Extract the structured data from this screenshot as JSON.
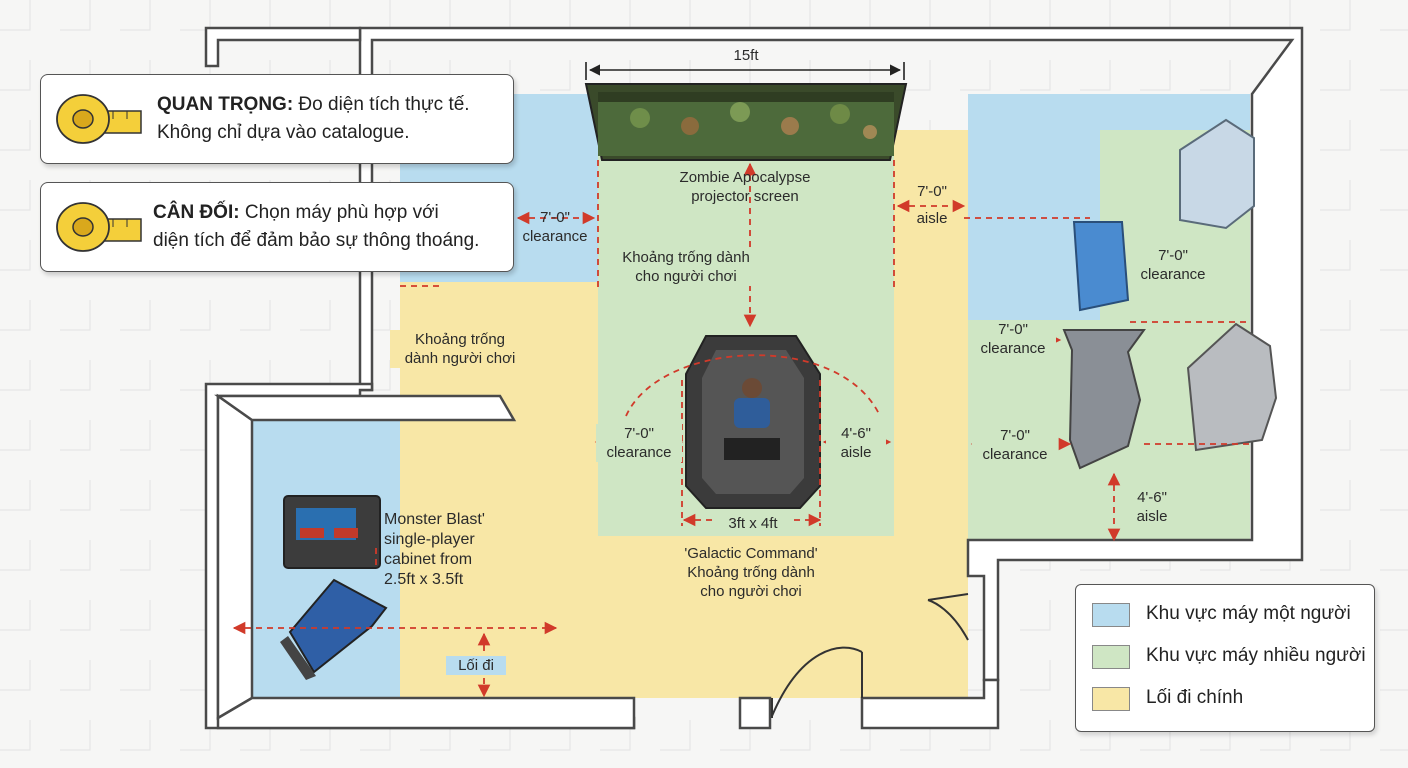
{
  "colors": {
    "single_zone": "#b8dcef",
    "multi_zone": "#cfe6c4",
    "walkway": "#f8e7a6",
    "wall": "#4a4a4a",
    "dimension": "#d13a2a",
    "tape": "#f4cf3a"
  },
  "callouts": [
    {
      "bold": "QUAN TRỌNG:",
      "line1": " Đo diện tích thực tế.",
      "line2": "Không chỉ dựa vào catalogue.",
      "icon": "tape-measure-icon"
    },
    {
      "bold": "CÂN ĐỐI:",
      "line1": " Chọn máy phù hợp với",
      "line2": "diện tích để đảm bảo sự thông thoáng.",
      "icon": "tape-measure-icon"
    }
  ],
  "labels": {
    "screen_width": "15ft",
    "projector": [
      "Zombie Apocalypse",
      "projector screen"
    ],
    "clearance_left_top": [
      "7'-0\"",
      "clearance"
    ],
    "player_space_center": [
      "Khoảng trống dành",
      "cho người chơi"
    ],
    "player_space_left": [
      "Khoảng trống",
      "dành người chơi"
    ],
    "clearance_galactic_left": [
      "7'-0\"",
      "clearance"
    ],
    "aisle_galactic_right": [
      "4'-6\"",
      "aisle"
    ],
    "galactic_size": "3ft x 4ft",
    "galactic_caption": [
      "'Galactic Command'",
      "Khoảng trống dành",
      "cho người chơi"
    ],
    "aisle_top": [
      "7'-0\"",
      "aisle"
    ],
    "clearance_right_top": [
      "7'-0\"",
      "clearance"
    ],
    "clearance_right_mid": [
      "7'-0\"",
      "clearance"
    ],
    "clearance_right_low": [
      "7'-0\"",
      "clearance"
    ],
    "aisle_right_bottom": [
      "4'-6\"",
      "aisle"
    ],
    "monster_blast": [
      "Monster Blast'",
      "single-player",
      "cabinet from",
      "2.5ft x 3.5ft"
    ],
    "walkway_left": "Lối đi"
  },
  "legend": [
    {
      "label": "Khu vực máy một người",
      "color": "#b8dcef"
    },
    {
      "label": "Khu vực máy nhiều người",
      "color": "#cfe6c4"
    },
    {
      "label": "Lối đi chính",
      "color": "#f8e7a6"
    }
  ]
}
